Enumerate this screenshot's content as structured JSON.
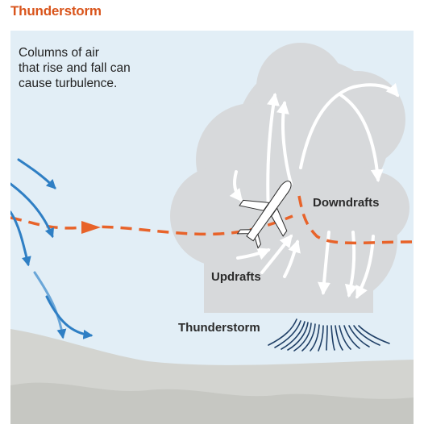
{
  "title": "Thunderstorm",
  "caption": [
    "Columns of air",
    "that rise and fall can",
    "cause turbulence."
  ],
  "labels": {
    "downdrafts": "Downdrafts",
    "updrafts": "Updrafts",
    "thunderstorm": "Thunderstorm"
  },
  "colors": {
    "title": "#d9551c",
    "flight_path": "#e8632a",
    "wind_arrows": "#2f7fc4",
    "sky": "#e2eef6",
    "cloud": "#d6d9db",
    "ground": "#d2d3cf",
    "rain": "#1f3f66"
  },
  "icons": [
    "airplane-icon",
    "flight-path-arrow-icon",
    "wind-arrow-icon",
    "updraft-arrow-icon",
    "downdraft-arrow-icon",
    "rain-lines-icon"
  ]
}
